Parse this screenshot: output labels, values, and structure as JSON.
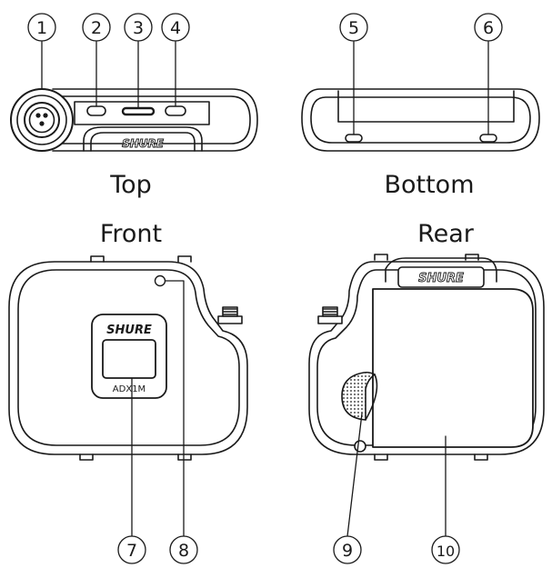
{
  "views": {
    "top": "Top",
    "bottom": "Bottom",
    "front": "Front",
    "rear": "Rear"
  },
  "callouts": [
    "1",
    "2",
    "3",
    "4",
    "5",
    "6",
    "7",
    "8",
    "9",
    "10"
  ],
  "device": {
    "brand": "SHURE",
    "model": "ADX1M"
  },
  "colors": {
    "line": "#1a1a1a",
    "background": "#ffffff"
  }
}
